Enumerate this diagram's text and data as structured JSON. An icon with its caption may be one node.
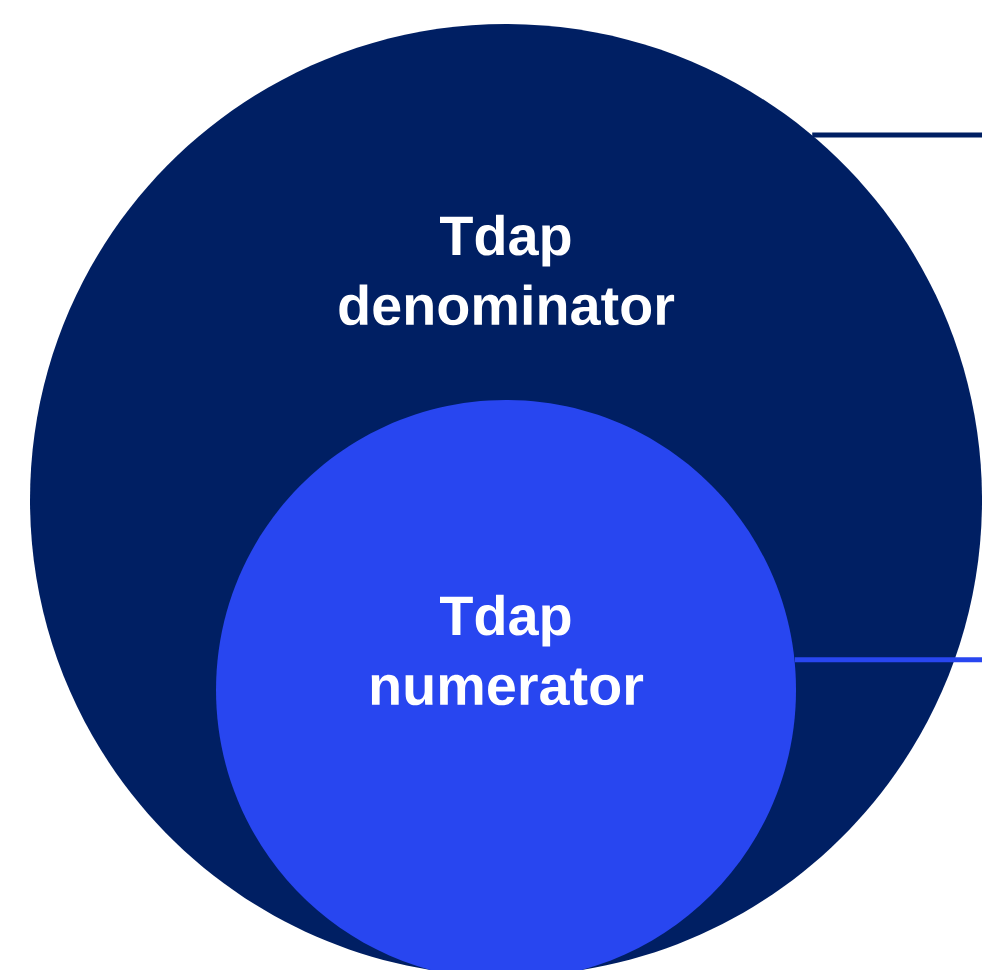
{
  "diagram": {
    "nodes": [
      {
        "text": [
          "Tdap denominator"
        ]
      },
      {
        "text": [
          "Tdap numerator"
        ],
        "in": 0
      }
    ],
    "edges": [
      {
        "from": 0,
        "to": null,
        "arrow": "none",
        "color": "#001f63"
      },
      {
        "from": 1,
        "to": null,
        "arrow": "none",
        "color": "#2846f0"
      }
    ]
  }
}
